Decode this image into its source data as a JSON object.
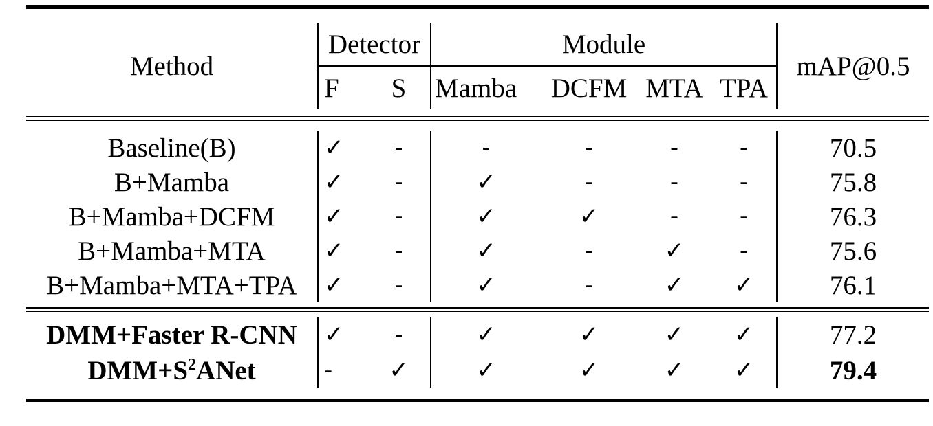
{
  "table": {
    "header": {
      "method": "Method",
      "detector": "Detector",
      "module": "Module",
      "map": "mAP@0.5",
      "f": "F",
      "s": "S",
      "mamba": "Mamba",
      "dcfm": "DCFM",
      "mta": "MTA",
      "tpa": "TPA"
    },
    "colors": {
      "text": "#000000",
      "background": "#ffffff",
      "rule": "#000000"
    },
    "sections": [
      {
        "rows": [
          {
            "method": "Baseline(B)",
            "f": "✓",
            "s": "-",
            "mamba": "-",
            "dcfm": "-",
            "mta": "-",
            "tpa": "-",
            "map": "70.5"
          },
          {
            "method": "B+Mamba",
            "f": "✓",
            "s": "-",
            "mamba": "✓",
            "dcfm": "-",
            "mta": "-",
            "tpa": "-",
            "map": "75.8"
          },
          {
            "method": "B+Mamba+DCFM",
            "f": "✓",
            "s": "-",
            "mamba": "✓",
            "dcfm": "✓",
            "mta": "-",
            "tpa": "-",
            "map": "76.3"
          },
          {
            "method": "B+Mamba+MTA",
            "f": "✓",
            "s": "-",
            "mamba": "✓",
            "dcfm": "-",
            "mta": "✓",
            "tpa": "-",
            "map": "75.6"
          },
          {
            "method": "B+Mamba+MTA+TPA",
            "f": "✓",
            "s": "-",
            "mamba": "✓",
            "dcfm": "-",
            "mta": "✓",
            "tpa": "✓",
            "map": "76.1"
          }
        ]
      },
      {
        "rows": [
          {
            "method": "DMM+Faster R-CNN",
            "f": "✓",
            "s": "-",
            "mamba": "✓",
            "dcfm": "✓",
            "mta": "✓",
            "tpa": "✓",
            "map": "77.2"
          },
          {
            "method_pre": "DMM+S",
            "method_sup": "2",
            "method_post": "ANet",
            "f": "-",
            "s": "✓",
            "mamba": "✓",
            "dcfm": "✓",
            "mta": "✓",
            "tpa": "✓",
            "map": "79.4"
          }
        ]
      }
    ]
  }
}
